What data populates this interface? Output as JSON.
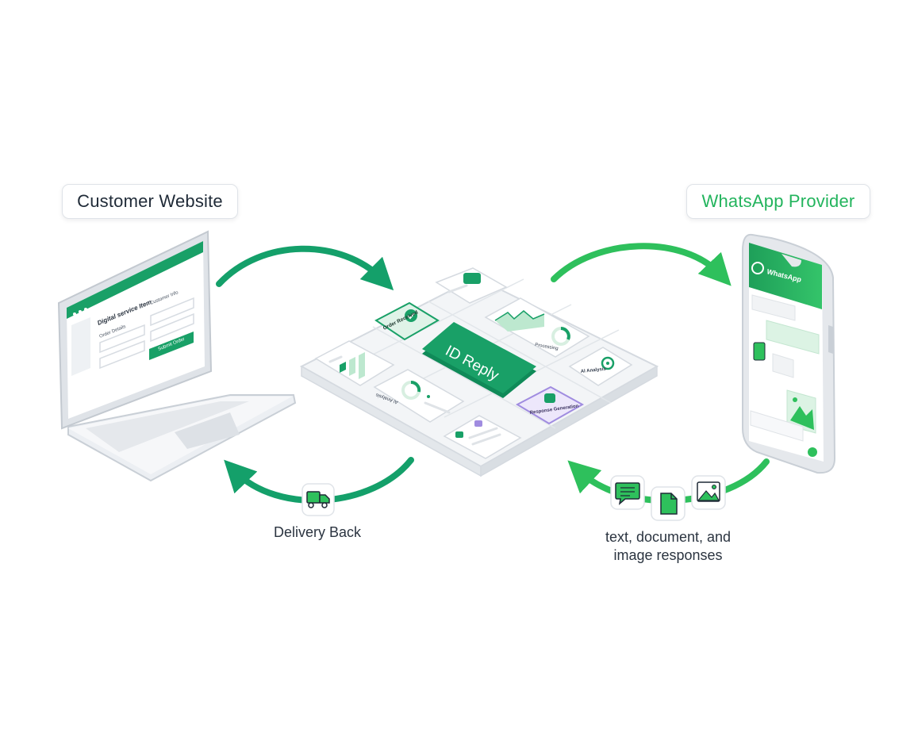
{
  "labels": {
    "customer_website": "Customer Website",
    "whatsapp_provider": "WhatsApp Provider",
    "delivery_back": "Delivery Back",
    "responses_line1": "text, document, and",
    "responses_line2": "image responses"
  },
  "laptop": {
    "form_title": "Digital service Item",
    "order_details": "Order Details",
    "customer_info": "Customer Info",
    "submit_button": "Submit Order"
  },
  "platform": {
    "center_label": "ID Reply",
    "order_received": "Order Received",
    "processing": "Processing",
    "ai_analysis": "AI Analysis",
    "response_generation": "Response Generation",
    "ai_analysis_2": "AI Analysis"
  },
  "phone": {
    "app_name": "WhatsApp"
  },
  "icons": {
    "delivery": "truck-icon",
    "text_response": "chat-message-icon",
    "document_response": "document-icon",
    "image_response": "image-icon"
  },
  "colors": {
    "primary_green": "#14a06a",
    "bright_green": "#2ec05c",
    "dark_text": "#1f2a37",
    "purple_accent": "#a08ce0"
  }
}
